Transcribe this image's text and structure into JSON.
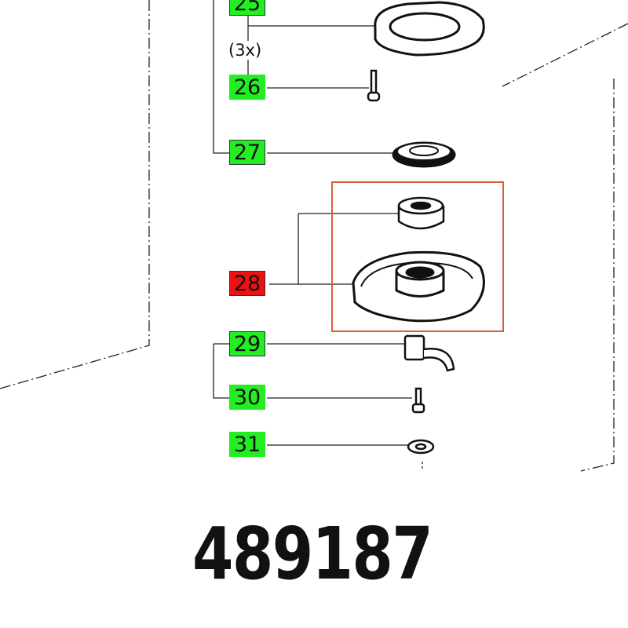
{
  "diagram": {
    "part_number": "489187",
    "quantity_note": "(3x)",
    "colors": {
      "available": "#22ee22",
      "selected": "#ee1111",
      "highlight_box": "#d9603a"
    },
    "positions": [
      {
        "label": "25",
        "status": "available"
      },
      {
        "label": "26",
        "status": "available"
      },
      {
        "label": "27",
        "status": "available"
      },
      {
        "label": "28",
        "status": "selected"
      },
      {
        "label": "29",
        "status": "available"
      },
      {
        "label": "30",
        "status": "available"
      },
      {
        "label": "31",
        "status": "available"
      }
    ]
  }
}
